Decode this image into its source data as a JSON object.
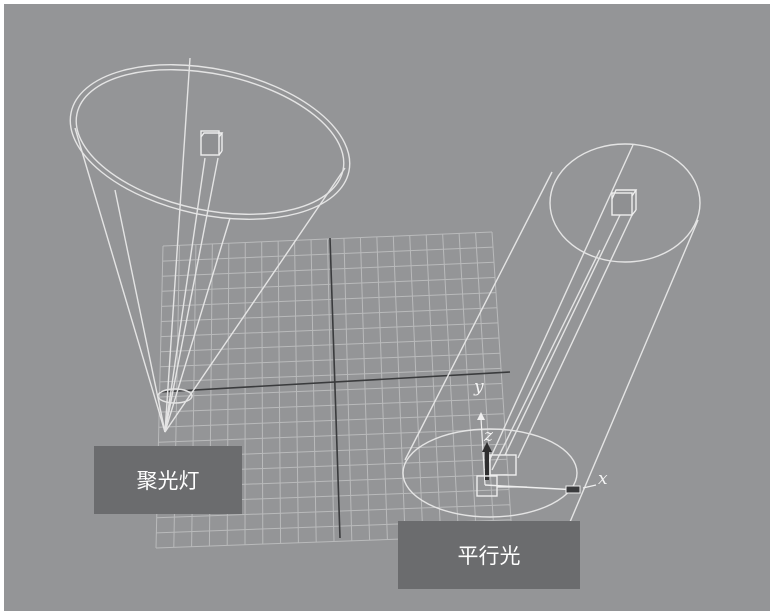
{
  "scene": {
    "background_color": "#949597",
    "grid_color": "#b9babb",
    "wire_color": "#e4e4e4",
    "axis_line_color": "#3a3b3d"
  },
  "labels": {
    "spot_light": "聚光灯",
    "directional_light": "平行光"
  },
  "gizmo": {
    "x_label": "x",
    "y_label": "y",
    "z_label": "z"
  }
}
